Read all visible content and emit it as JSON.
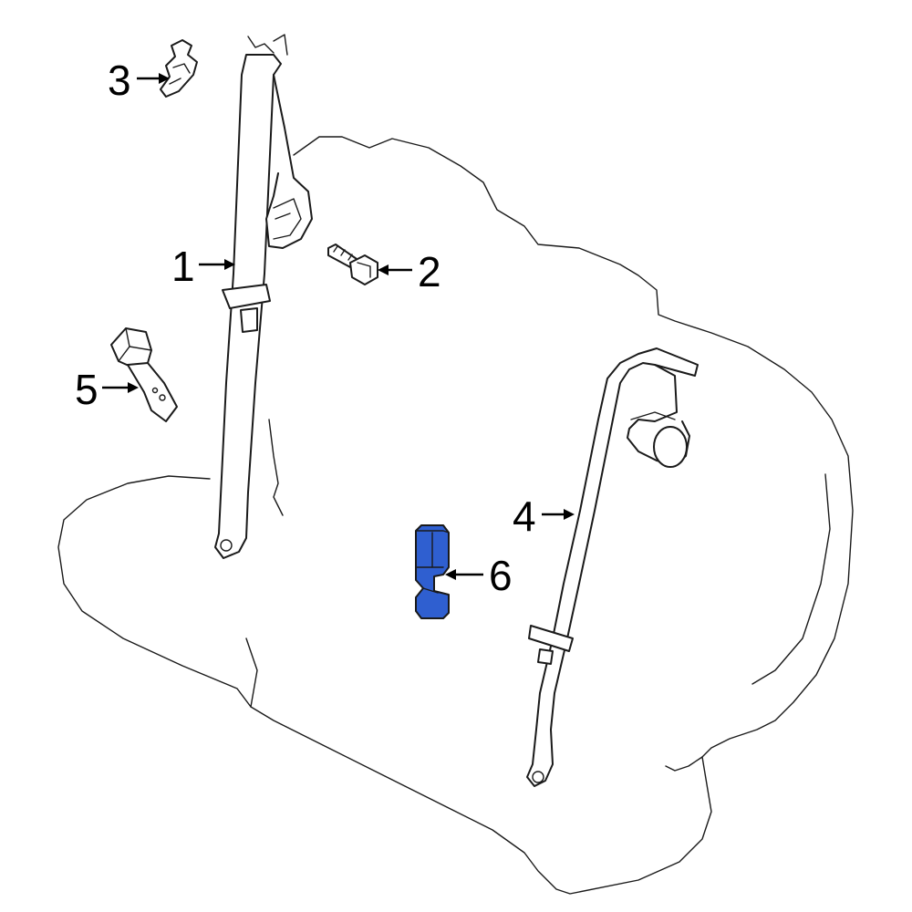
{
  "colors": {
    "highlight": "#2f5fd0",
    "line": "#1a1a1a",
    "background": "#ffffff"
  },
  "callouts": [
    {
      "id": "1",
      "label": "1"
    },
    {
      "id": "2",
      "label": "2"
    },
    {
      "id": "3",
      "label": "3"
    },
    {
      "id": "4",
      "label": "4"
    },
    {
      "id": "5",
      "label": "5"
    },
    {
      "id": "6",
      "label": "6"
    }
  ]
}
